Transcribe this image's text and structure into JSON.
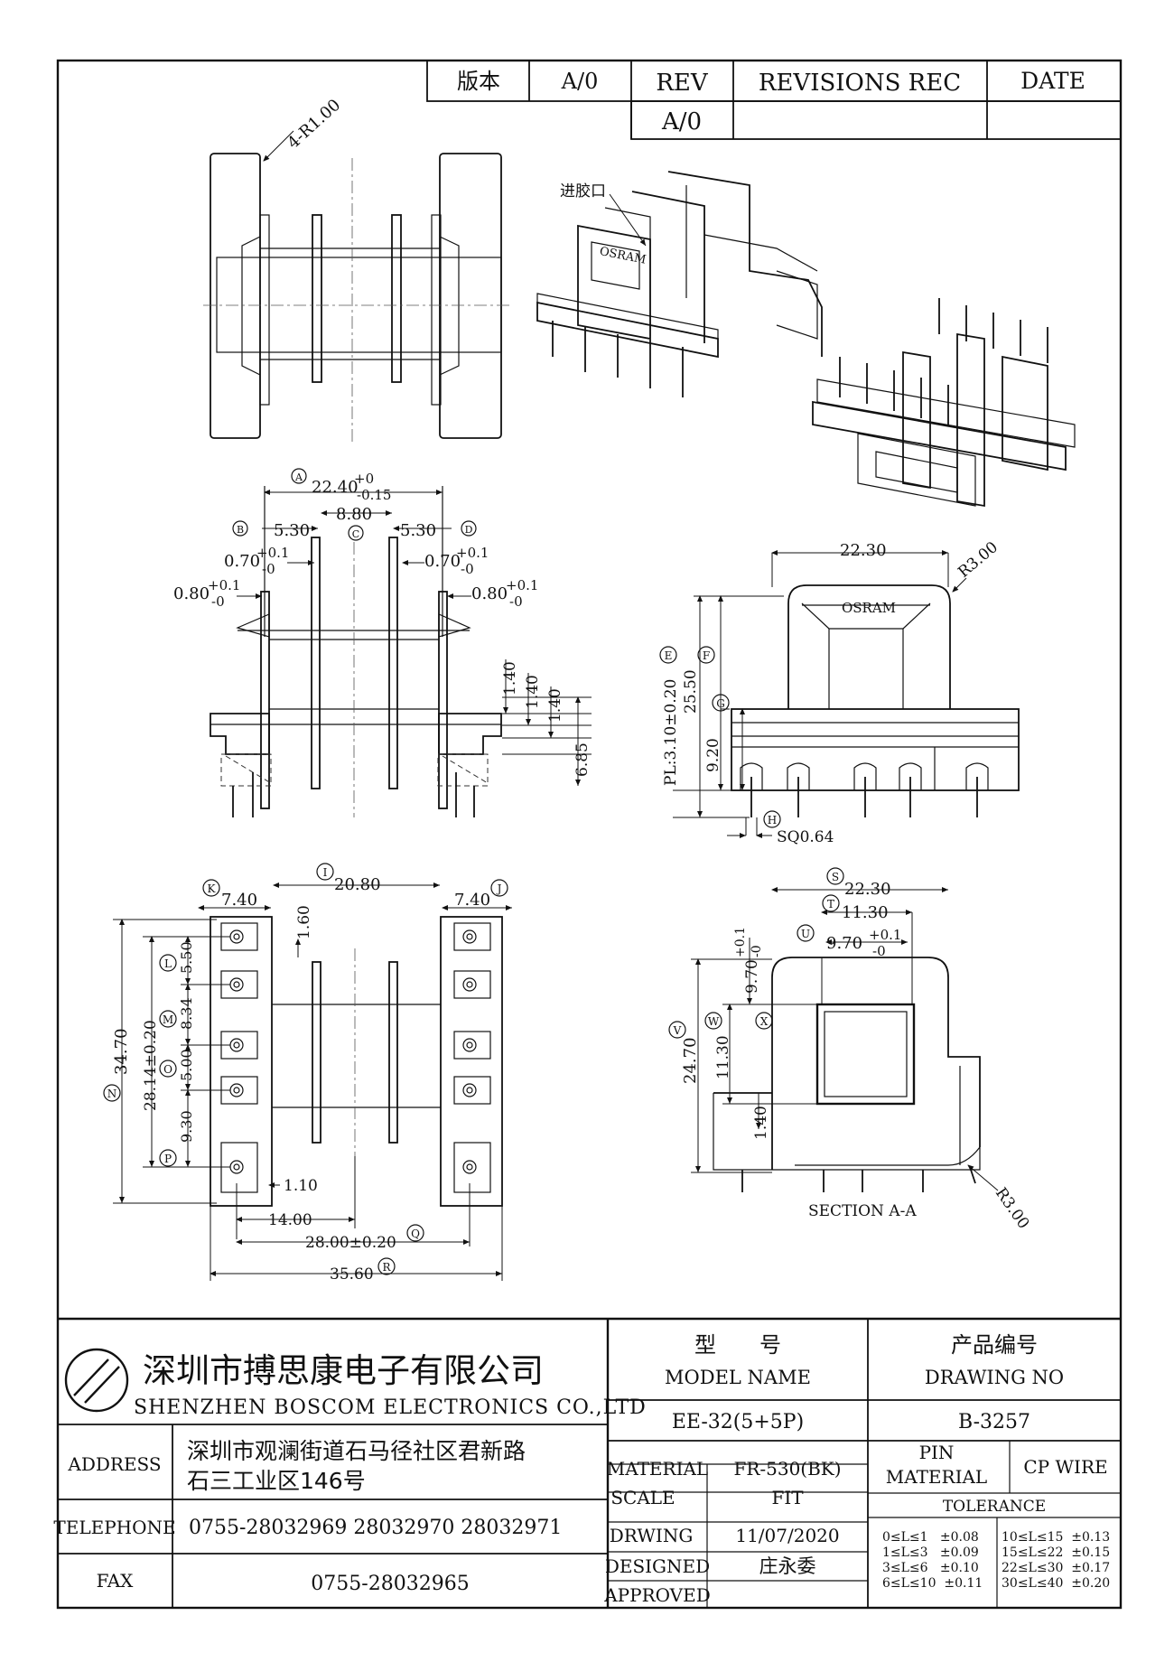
{
  "revision_block": {
    "version_label": "版本",
    "version_value": "A/0",
    "rev_label": "REV",
    "revisions_label": "REVISIONS REC",
    "date_label": "DATE",
    "rev_value": "A/0"
  },
  "top_view": {
    "radius_note": "4-R1.00"
  },
  "iso_view": {
    "gate_label": "进胶口",
    "logo_text": "OSRAM"
  },
  "front_view": {
    "dims": {
      "A": "22.40",
      "A_tol_up": "+0",
      "A_tol_dn": "-0.15",
      "B": "5.30",
      "C": "8.80",
      "D": "5.30",
      "slot_left": "0.70",
      "slot_right": "0.70",
      "slot_tol_up": "+0.1",
      "slot_tol_dn": "-0",
      "flange_left": "0.80",
      "flange_right": "0.80",
      "flange_tol_up": "+0.1",
      "flange_tol_dn": "-0",
      "h1": "1.40",
      "h2": "1.40",
      "h3": "1.40",
      "h4": "6.85"
    },
    "markers": [
      "A",
      "B",
      "C",
      "D"
    ]
  },
  "side_view": {
    "logo_text": "OSRAM",
    "dims": {
      "width": "22.30",
      "radius": "R3.00",
      "E": "PL:3.10±0.20",
      "F": "25.50",
      "G": "9.20",
      "H": "SQ0.64"
    },
    "markers": [
      "E",
      "F",
      "G",
      "H"
    ]
  },
  "bottom_view": {
    "dims": {
      "I": "20.80",
      "J": "7.40",
      "K": "7.40",
      "gap": "1.60",
      "L": "5.50",
      "M": "8.34",
      "N": "5.00",
      "O": "9.30",
      "P": "34.70",
      "pitch": "28.14±0.20",
      "pin_off": "1.10",
      "d14": "14.00",
      "Q": "28.00±0.20",
      "R": "35.60"
    },
    "markers": [
      "I",
      "J",
      "K",
      "L",
      "M",
      "N",
      "O",
      "P",
      "Q",
      "R"
    ]
  },
  "section_view": {
    "caption": "SECTION A-A",
    "dims": {
      "S": "22.30",
      "T": "11.30",
      "U": "9.70",
      "U_tol_up": "+0.1",
      "U_tol_dn": "-0",
      "V": "24.70",
      "W": "11.30",
      "X": "9.70",
      "X_tol_up": "+0.1",
      "X_tol_dn": "-0",
      "h": "1.40",
      "radius": "R3.00"
    },
    "markers": [
      "S",
      "T",
      "U",
      "V",
      "W",
      "X"
    ]
  },
  "title_block": {
    "company_cn": "深圳市搏思康电子有限公司",
    "company_en": "SHENZHEN BOSCOM ELECTRONICS CO.,LTD",
    "address_label": "ADDRESS",
    "address_line1": "深圳市观澜街道石马径社区君新路",
    "address_line2": "石三工业区146号",
    "telephone_label": "TELEPHONE",
    "telephone_value": "0755-28032969 28032970 28032971",
    "fax_label": "FAX",
    "fax_value": "0755-28032965",
    "model_label_cn": "型　　号",
    "model_label_en": "MODEL NAME",
    "model_value": "EE-32(5+5P)",
    "drawing_label_cn": "产品编号",
    "drawing_label_en": "DRAWING NO",
    "drawing_value": "B-3257",
    "material_label": "MATERIAL",
    "material_value": "FR-530(BK)",
    "scale_label": "SCALE",
    "scale_value": "FIT",
    "drwing_label": "DRWING",
    "drwing_value": "11/07/2020",
    "designed_label": "DESIGNED",
    "designed_value": "庄永委",
    "approved_label": "APPROVED",
    "approved_value": "",
    "pin_material_label1": "PIN",
    "pin_material_label2": "MATERIAL",
    "pin_material_value": "CP WIRE",
    "tolerance_label": "TOLERANCE",
    "tolerances_left": [
      "0≤L≤1   ±0.08",
      "1≤L≤3   ±0.09",
      "3≤L≤6   ±0.10",
      "6≤L≤10  ±0.11"
    ],
    "tolerances_right": [
      "10≤L≤15  ±0.13",
      "15≤L≤22  ±0.15",
      "22≤L≤30  ±0.17",
      "30≤L≤40  ±0.20"
    ]
  }
}
